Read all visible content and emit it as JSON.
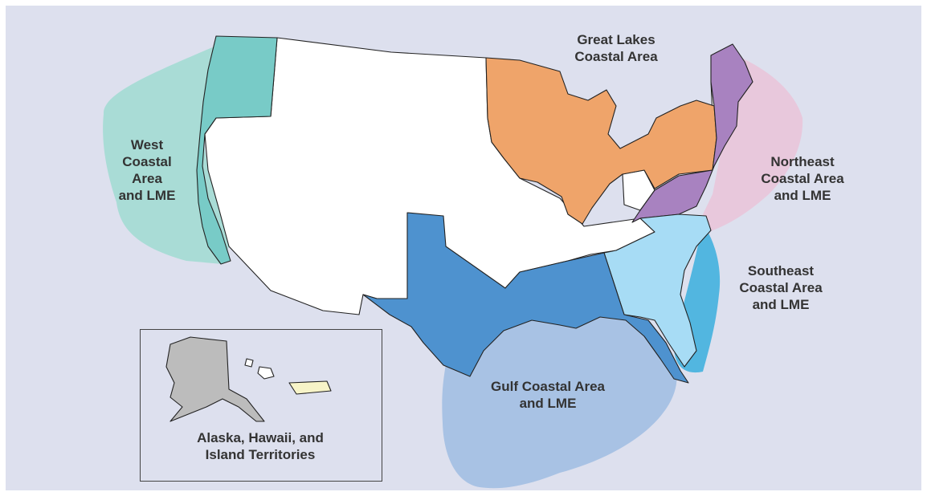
{
  "colors": {
    "background": "#dde0ee",
    "west": "#78cbc7",
    "west_lme": "#a9dcd6",
    "great_lakes": "#efa46a",
    "northeast": "#a882c0",
    "northeast_lme": "#e8c8dc",
    "southeast": "#a7dcf5",
    "southeast_lme": "#52b6e0",
    "gulf": "#4e92cf",
    "gulf_lme": "#a8c2e4",
    "alaska": "#bcbcbc",
    "puerto_rico": "#f7f4c8",
    "interior": "#ffffff"
  },
  "regions": {
    "west": {
      "lines": [
        "West",
        "Coastal",
        "Area",
        "and LME"
      ]
    },
    "great_lakes": {
      "lines": [
        "Great Lakes",
        "Coastal Area"
      ]
    },
    "northeast": {
      "lines": [
        "Northeast",
        "Coastal Area",
        "and LME"
      ]
    },
    "southeast": {
      "lines": [
        "Southeast",
        "Coastal Area",
        "and LME"
      ]
    },
    "gulf": {
      "lines": [
        "Gulf Coastal Area",
        "and LME"
      ]
    }
  },
  "inset": {
    "lines": [
      "Alaska, Hawaii, and",
      "Island Territories"
    ]
  }
}
